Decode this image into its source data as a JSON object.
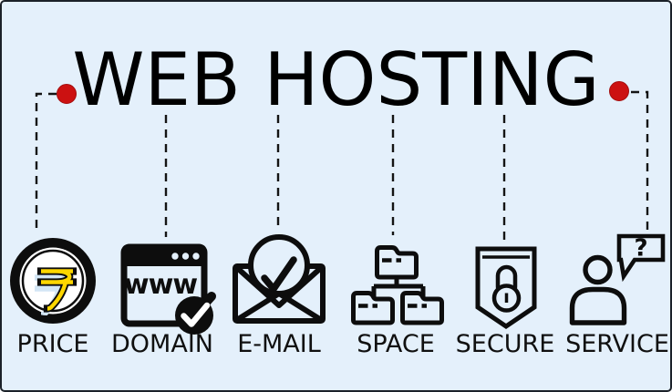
{
  "title": "WEB HOSTING",
  "items": [
    {
      "label": "PRICE",
      "icon": "rupee-coin-icon"
    },
    {
      "label": "DOMAIN",
      "icon": "browser-www-check-icon"
    },
    {
      "label": "E-MAIL",
      "icon": "envelope-check-icon"
    },
    {
      "label": "SPACE",
      "icon": "folder-tree-icon"
    },
    {
      "label": "SECURE",
      "icon": "shield-padlock-icon"
    },
    {
      "label": "SERVICE",
      "icon": "person-question-bubble-icon"
    }
  ],
  "icon_texts": {
    "domain_www": "www",
    "service_question": "?"
  },
  "colors": {
    "background": "#e4f0fb",
    "icon_black": "#0d0d0d",
    "accent_red": "#cc1111",
    "coin_yellow": "#ffd700",
    "line": "#141414"
  }
}
